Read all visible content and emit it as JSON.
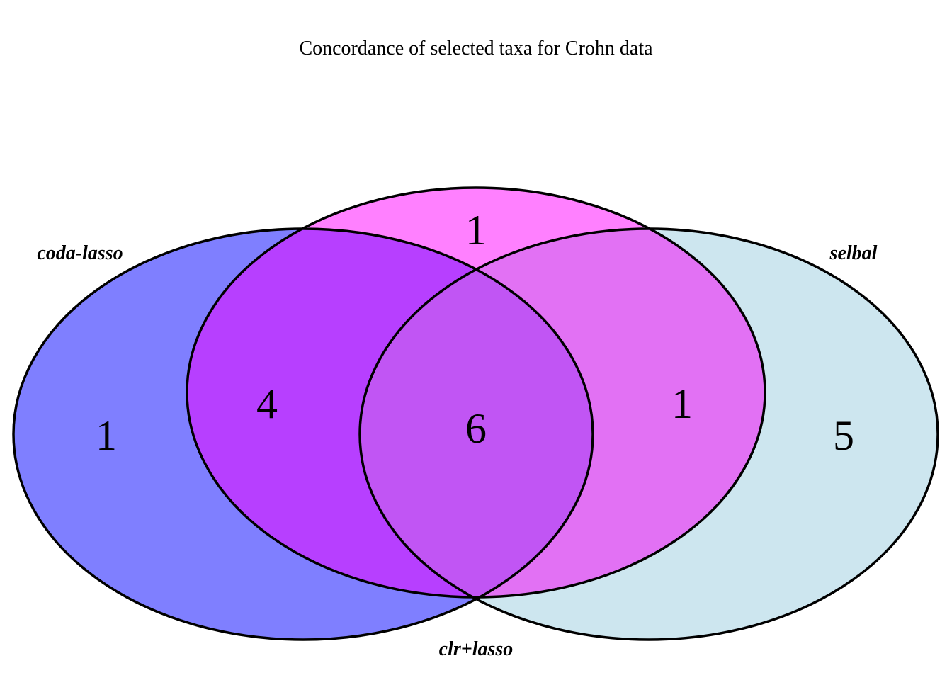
{
  "title": "Concordance of selected taxa for Crohn data",
  "sets": [
    {
      "key": "A",
      "name": "coda-lasso",
      "color": "#7f7fff"
    },
    {
      "key": "B",
      "name": "clr+lasso",
      "color": "#ff80ff"
    },
    {
      "key": "C",
      "name": "selbal",
      "color": "#cde6ef"
    }
  ],
  "region_colors": {
    "A_only": "#7f7fff",
    "B_only": "#ff80ff",
    "C_only": "#cde6ef",
    "AB": "#b73fff",
    "BC": "#e271f4",
    "AC": "#8080ff",
    "ABC": "#c155f4"
  },
  "counts": {
    "A_only": "1",
    "B_only": "1",
    "C_only": "5",
    "AB": "4",
    "BC": "1",
    "ABC": "6"
  }
}
